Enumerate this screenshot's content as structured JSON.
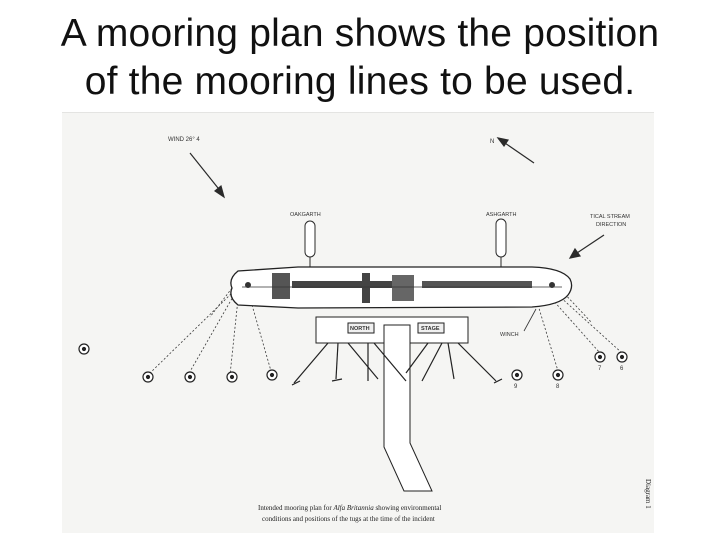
{
  "slide": {
    "title_line1": "A mooring plan shows the position",
    "title_line2": "of the mooring lines to be used."
  },
  "diagram": {
    "wind_label": "WIND 26° 4",
    "north_label": "N",
    "tug_left_label": "OAKGARTH",
    "tug_right_label": "ASHGARTH",
    "tidal_label_line1": "TICAL STREAM",
    "tidal_label_line2": "DIRECTION",
    "winch_label": "WINCH",
    "stage_north_label": "NORTH",
    "stage_label": "STAGE",
    "buoy_label_9": "9",
    "buoy_label_8": "8",
    "buoy_label_7": "7",
    "buoy_label_6": "6",
    "side_label": "Diagram 1",
    "caption_prefix": "Intended mooring plan for ",
    "caption_vessel": "Alfa Britannia",
    "caption_suffix": " showing environmental",
    "caption_line2": "conditions and positions of the tugs at the time of the incident"
  },
  "colors": {
    "background": "#ffffff",
    "title_text": "#111111",
    "scan_paper": "#f5f5f3",
    "ink": "#2a2a2a"
  }
}
